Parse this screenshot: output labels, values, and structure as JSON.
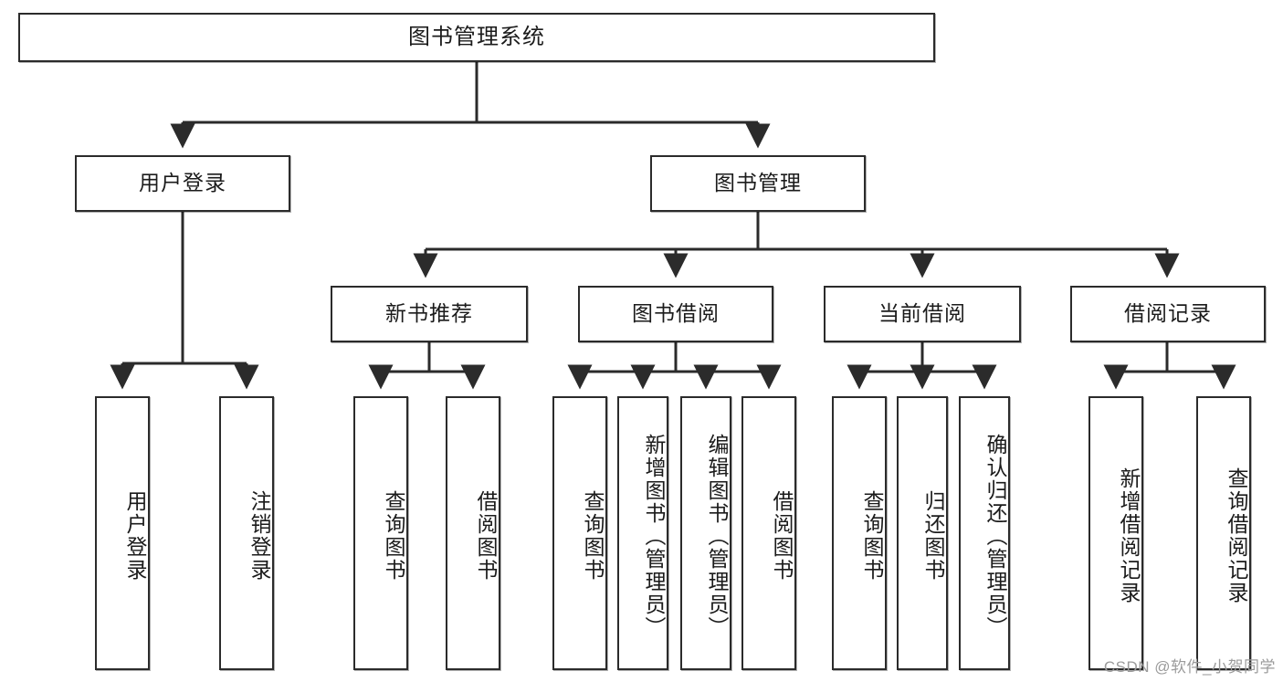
{
  "diagram": {
    "type": "tree-hierarchy",
    "title": "图书管理系统",
    "watermark": "CSDN @软件_小贺同学",
    "colors": {
      "box_border": "#2b2b2b",
      "box_fill": "#ffffff",
      "edge": "#2b2b2b",
      "text": "#1b1b1b",
      "watermark": "#9b9b9b"
    },
    "levels": {
      "root": {
        "label": "图书管理系统"
      },
      "level2": [
        {
          "label": "用户登录"
        },
        {
          "label": "图书管理"
        }
      ],
      "level3": [
        {
          "label": "新书推荐"
        },
        {
          "label": "图书借阅"
        },
        {
          "label": "当前借阅"
        },
        {
          "label": "借阅记录"
        }
      ],
      "leaves": {
        "user_login": [
          {
            "label": "用户登录"
          },
          {
            "label": "注销登录"
          }
        ],
        "new_book_recommend": [
          {
            "label": "查询图书"
          },
          {
            "label": "借阅图书"
          }
        ],
        "book_borrow": [
          {
            "label": "查询图书"
          },
          {
            "label": "新增图书（管理员）"
          },
          {
            "label": "编辑图书（管理员）"
          },
          {
            "label": "借阅图书"
          }
        ],
        "current_borrow": [
          {
            "label": "查询图书"
          },
          {
            "label": "归还图书"
          },
          {
            "label": "确认归还（管理员）"
          }
        ],
        "borrow_record": [
          {
            "label": "新增借阅记录"
          },
          {
            "label": "查询借阅记录"
          }
        ]
      }
    }
  }
}
